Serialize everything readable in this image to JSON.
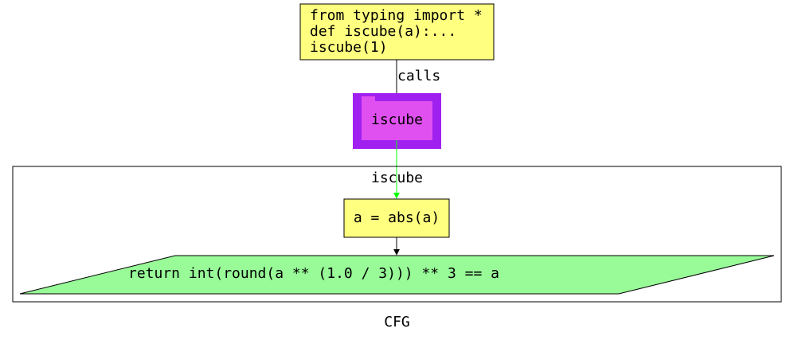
{
  "diagram": {
    "caption": "CFG",
    "source_box": {
      "lines": [
        "from typing import *",
        "def iscube(a):...",
        "iscube(1)"
      ]
    },
    "edge_calls_label": "calls",
    "function_node": {
      "label": "iscube"
    },
    "cluster": {
      "title": "iscube",
      "assign_node": "a = abs(a)",
      "return_node": "return int(round(a ** (1.0 / 3))) ** 3 == a"
    },
    "colors": {
      "code_box_fill": "#ffff80",
      "function_outer": "#a020f0",
      "function_inner": "#e050f0",
      "return_fill": "#98fb98",
      "green_edge": "#00ff00",
      "black": "#000000"
    }
  }
}
